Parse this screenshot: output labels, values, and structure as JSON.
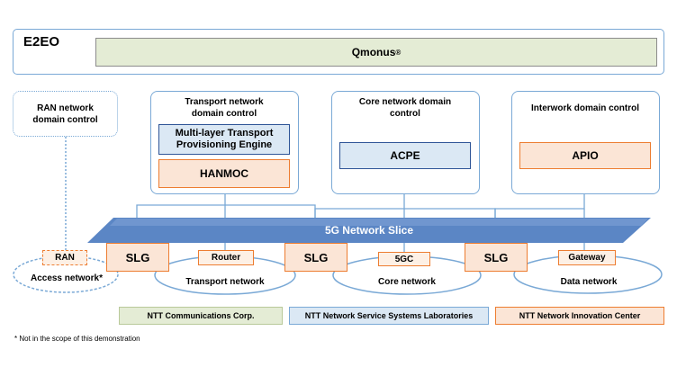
{
  "e2eo": {
    "title": "E2EO",
    "orchestrator": "Qmonus",
    "orchestrator_mark": "®"
  },
  "domains": {
    "ran": {
      "title": "RAN network domain control"
    },
    "transport": {
      "title": "Transport network domain control",
      "engine": "Multi-layer Transport Provisioning Engine",
      "controller": "HANMOC"
    },
    "core": {
      "title": "Core network domain control",
      "controller": "ACPE"
    },
    "interwork": {
      "title": "Interwork domain control",
      "controller": "APIO"
    }
  },
  "slice": {
    "label": "5G Network Slice"
  },
  "slg_label": "SLG",
  "devices": {
    "ran": "RAN",
    "router": "Router",
    "fivegc": "5GC",
    "gateway": "Gateway"
  },
  "networks": {
    "access": "Access network*",
    "transport": "Transport network",
    "core": "Core network",
    "data": "Data network"
  },
  "legend": [
    {
      "label": "NTT Communications Corp.",
      "color": "#e4ecd5"
    },
    {
      "label": "NTT Network Service Systems Laboratories",
      "color": "#dbe8f4"
    },
    {
      "label": "NTT Network Innovation Center",
      "color": "#fbe5d6"
    }
  ],
  "footnote": "* Not in the scope of this demonstration"
}
